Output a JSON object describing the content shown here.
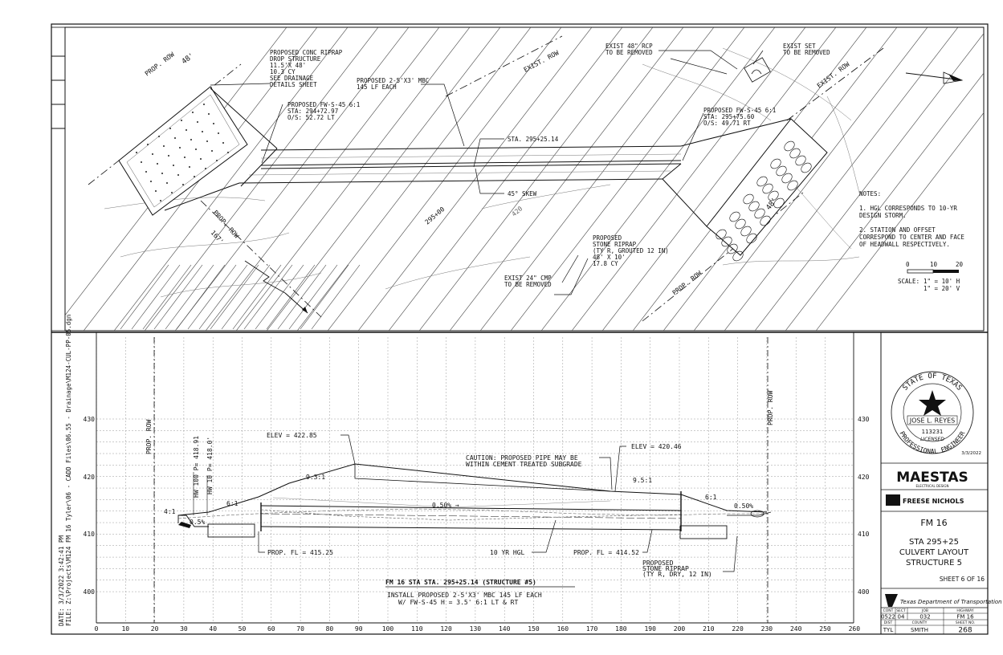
{
  "plan": {
    "labels": {
      "prop_row_left": "PROP. ROW",
      "row_width_left": "48'",
      "prop_row_bottom_left": "PROP. ROW",
      "row_width_bottom_left": "167'",
      "exist_row_mid": "EXIST. ROW",
      "exist_row_right": "EXIST. ROW",
      "prop_row_right": "PROP. ROW",
      "station_295": "295+00",
      "station_420": "420",
      "riprap_width": "48'"
    },
    "callouts": {
      "drop_structure": [
        "PROPOSED CONC RIPRAP",
        "DROP STRUCTURE",
        "11.5'X 48'",
        "10.3 CY",
        "SEE DRAINAGE",
        "DETAILS SHEET"
      ],
      "mbc": [
        "PROPOSED 2-5'X3' MBC",
        "145 LF EACH"
      ],
      "fw_left": [
        "PROPOSED FW-S-45 6:1",
        "STA: 294+72.97",
        "O/S: 52.72 LT"
      ],
      "sta_center": "STA. 295+25.14",
      "skew": "45° SKEW",
      "exist_rcp": [
        "EXIST 48\" RCP",
        "TO BE REMOVED"
      ],
      "exist_set": [
        "EXIST SET",
        "TO BE REMOVED"
      ],
      "fw_right": [
        "PROPOSED FW-S-45 6:1",
        "STA: 295+75.60",
        "O/S: 49.71 RT"
      ],
      "stone_riprap": [
        "PROPOSED",
        "STONE RIPRAP",
        "(TY R, GROUTED 12 IN)",
        "48' X 10'",
        "17.8 CY"
      ],
      "exist_cmp": [
        "EXIST 24\" CMP",
        "TO BE REMOVED"
      ]
    },
    "notes": {
      "title": "NOTES:",
      "items": [
        [
          "1. HGL CORRESPONDS TO 10-YR",
          "DESIGN STORM."
        ],
        [
          "2. STATION AND OFFSET",
          "CORRESPOND TO CENTER AND FACE",
          "OF HEADWALL RESPECTIVELY."
        ]
      ]
    },
    "scale": {
      "ticks": [
        "0",
        "10",
        "20"
      ],
      "label": "SCALE:",
      "h": "1\" = 10' H",
      "v": "1\" = 20' V"
    }
  },
  "profile": {
    "y_ticks": [
      "430",
      "420",
      "410",
      "400"
    ],
    "x_ticks": [
      "0",
      "10",
      "20",
      "30",
      "40",
      "50",
      "60",
      "70",
      "80",
      "90",
      "100",
      "110",
      "120",
      "130",
      "140",
      "150",
      "160",
      "170",
      "180",
      "190",
      "200",
      "210",
      "220",
      "230",
      "240",
      "250",
      "260"
    ],
    "labels": {
      "prop_row_left": "PROP. ROW",
      "prop_row_right": "PROP. ROW",
      "hw100": "HW 100 P= 418.91",
      "hw10": "HW 10 P= 418.0'",
      "slope_4_1": "4:1",
      "slope_05_left": "0.5%",
      "slope_6_1_left": "6:1",
      "elev_left": "ELEV = 422.85",
      "slope_931": "9.3:1",
      "caution": [
        "CAUTION: PROPOSED PIPE MAY BE",
        "WITHIN CEMENT TREATED SUBGRADE"
      ],
      "elev_right": "ELEV = 420.46",
      "slope_951": "9.5:1",
      "slope_6_1_right": "6:1",
      "slope_05_right": "0.50%",
      "slope_050_mid": "0.50% →",
      "prop_fl_left": "PROP. FL = 415.25",
      "hgl": "10 YR HGL",
      "prop_fl_right": "PROP. FL = 414.52",
      "stone_riprap": [
        "PROPOSED",
        "STONE RIPRAP",
        "(TY R, DRY, 12 IN)"
      ],
      "structure_title": "FM 16 STA STA. 295+25.14 (STRUCTURE #5)",
      "install": [
        "INSTALL PROPOSED 2-5'X3' MBC 145 LF EACH",
        "W/ FW-S-45 H = 3.5'  6:1 LT & RT"
      ]
    }
  },
  "file_info": {
    "date": "DATE: 3/3/2022   3:42:41 PM",
    "file": "FILE: Z:\\Projects\\M124 FM 16 Tyler\\06 - CADD Files\\06.55 - Drainage\\M124-CUL-PP-05.dgn"
  },
  "title_block": {
    "seal": {
      "state": "STATE OF TEXAS",
      "name": "JOSE L. REYES",
      "number": "113231",
      "licensed": "LICENSED",
      "professional": "PROFESSIONAL ENGINEER",
      "date": "3/3/2022"
    },
    "firm1": "MAESTAS",
    "firm1_sub": "ELECTRICAL DESIGN",
    "firm2": "FREESE NICHOLS",
    "project": "FM 16",
    "sheet_title": [
      "STA 295+25",
      "CULVERT LAYOUT",
      "STRUCTURE 5"
    ],
    "sheet_num": "SHEET 6 OF 16",
    "agency": "Texas Department of Transportation",
    "table": {
      "headers1": [
        "CONT",
        "SECT",
        "JOB",
        "HIGHWAY"
      ],
      "values1": [
        "0522",
        "04",
        "032",
        "FM 16"
      ],
      "headers2": [
        "DIST",
        "COUNTY",
        "SHEET NO."
      ],
      "values2": [
        "TYL",
        "SMITH",
        "268"
      ]
    }
  }
}
